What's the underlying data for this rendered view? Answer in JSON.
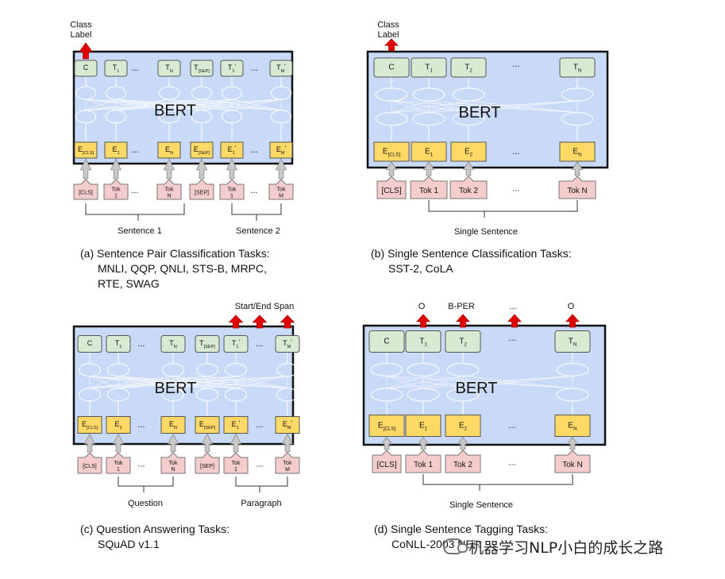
{
  "diagrams": [
    {
      "id": "a",
      "bert_label": "BERT",
      "top_label": "Class\nLabel",
      "outputs": [
        "C",
        "T_1",
        "...",
        "T_N",
        "T_[SEP]",
        "T_1'",
        "...",
        "T_M'"
      ],
      "embeddings": [
        "E_[CLS]",
        "E_1",
        "...",
        "E_N",
        "E_[SEP]",
        "E_1'",
        "...",
        "E_M'"
      ],
      "tokens": [
        "[CLS]",
        "Tok\n1",
        "...",
        "Tok\nN",
        "[SEP]",
        "Tok\n1",
        "...",
        "Tok\nM"
      ],
      "groups": [
        "Sentence 1",
        "Sentence 2"
      ],
      "caption": [
        "(a) Sentence Pair Classification Tasks:",
        "MNLI, QQP, QNLI, STS-B, MRPC,",
        "RTE, SWAG"
      ]
    },
    {
      "id": "b",
      "bert_label": "BERT",
      "top_label": "Class\nLabel",
      "outputs": [
        "C",
        "T_1",
        "T_2",
        "...",
        "T_N"
      ],
      "embeddings": [
        "E_[CLS]",
        "E_1",
        "E_2",
        "...",
        "E_N"
      ],
      "tokens": [
        "[CLS]",
        "Tok 1",
        "Tok 2",
        "...",
        "Tok N"
      ],
      "groups": [
        "Single Sentence"
      ],
      "caption": [
        "(b) Single Sentence Classification Tasks:",
        "SST-2, CoLA"
      ]
    },
    {
      "id": "c",
      "bert_label": "BERT",
      "top_label": "Start/End Span",
      "outputs": [
        "C",
        "T_1",
        "...",
        "T_N",
        "T_[SEP]",
        "T_1'",
        "...",
        "T_M'"
      ],
      "embeddings": [
        "E_[CLS]",
        "E_1",
        "...",
        "E_N",
        "E_[SEP]",
        "E_1'",
        "...",
        "E_M'"
      ],
      "tokens": [
        "[CLS]",
        "Tok\n1",
        "...",
        "Tok\nN",
        "[SEP]",
        "Tok\n1",
        "...",
        "Tok\nM"
      ],
      "groups": [
        "Question",
        "Paragraph"
      ],
      "caption": [
        "(c) Question Answering Tasks:",
        "SQuAD v1.1"
      ]
    },
    {
      "id": "d",
      "bert_label": "BERT",
      "tag_labels": [
        "O",
        "B-PER",
        "...",
        "O"
      ],
      "outputs": [
        "C",
        "T_1",
        "T_2",
        "...",
        "T_N"
      ],
      "embeddings": [
        "E_[CLS]",
        "E_1",
        "E_2",
        "...",
        "E_N"
      ],
      "tokens": [
        "[CLS]",
        "Tok 1",
        "Tok 2",
        "...",
        "Tok N"
      ],
      "groups": [
        "Single Sentence"
      ],
      "caption": [
        "(d) Single Sentence Tagging Tasks:",
        "CoNLL-2003 NER"
      ]
    }
  ],
  "watermark": "机器学习NLP小白的成长之路",
  "colors": {
    "bert_fill": "#c9daf8",
    "output_fill": "#d9ead3",
    "embedding_fill": "#ffd966",
    "token_fill": "#f4cccc",
    "arrow_red": "#e00000",
    "arrow_gray": "#c8c8c8"
  }
}
